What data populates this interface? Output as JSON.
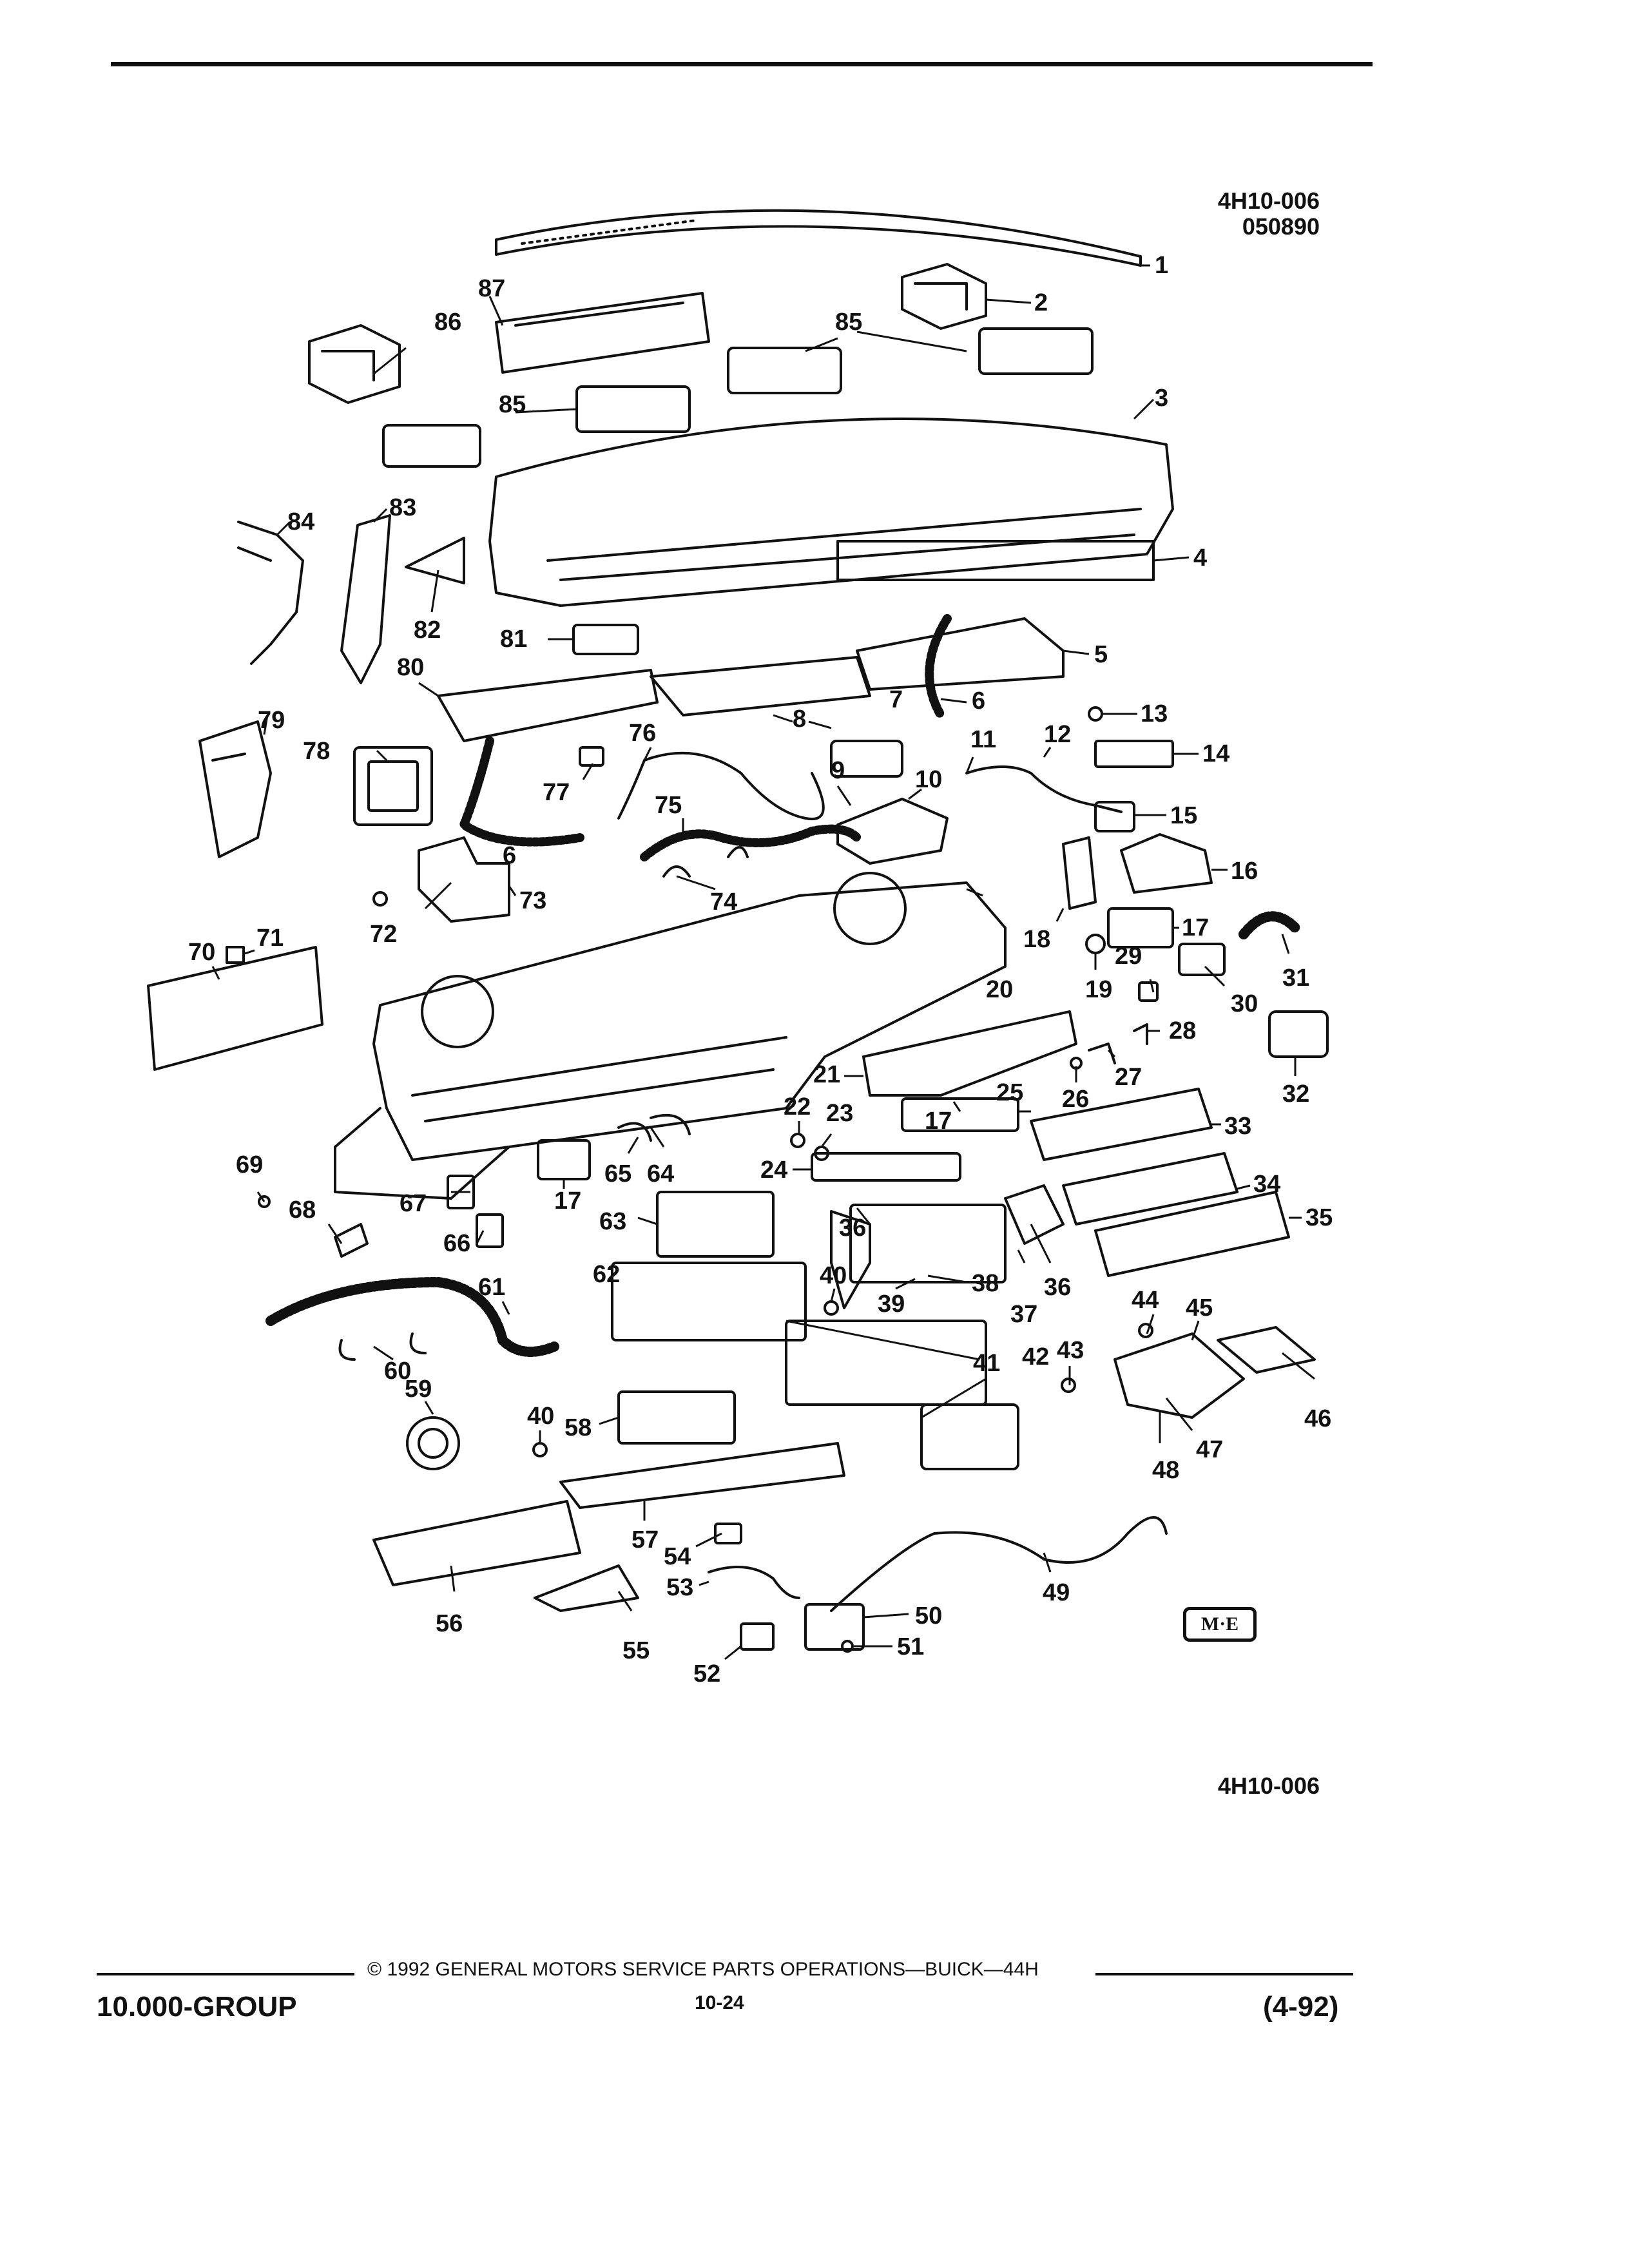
{
  "figure": {
    "ref_top_1": "4H10-006",
    "ref_top_2": "050890",
    "ref_bottom": "4H10-006",
    "logo": "M·E"
  },
  "callouts": [
    "1",
    "2",
    "3",
    "4",
    "5",
    "6",
    "6",
    "7",
    "8",
    "9",
    "10",
    "11",
    "12",
    "13",
    "14",
    "15",
    "16",
    "17",
    "17",
    "17",
    "18",
    "19",
    "20",
    "21",
    "22",
    "23",
    "24",
    "25",
    "26",
    "27",
    "28",
    "29",
    "30",
    "31",
    "32",
    "33",
    "34",
    "35",
    "36",
    "36",
    "37",
    "38",
    "39",
    "40",
    "40",
    "41",
    "42",
    "43",
    "44",
    "45",
    "46",
    "47",
    "48",
    "49",
    "50",
    "51",
    "52",
    "53",
    "54",
    "55",
    "56",
    "57",
    "58",
    "59",
    "60",
    "61",
    "62",
    "63",
    "64",
    "65",
    "66",
    "67",
    "68",
    "69",
    "70",
    "71",
    "72",
    "73",
    "74",
    "75",
    "76",
    "77",
    "78",
    "79",
    "80",
    "81",
    "82",
    "83",
    "84",
    "85",
    "85",
    "86",
    "87"
  ],
  "footer": {
    "group": "10.000-GROUP",
    "copyright": "© 1992  GENERAL MOTORS SERVICE PARTS OPERATIONS—BUICK—44H",
    "page": "10-24",
    "date": "(4-92)"
  }
}
